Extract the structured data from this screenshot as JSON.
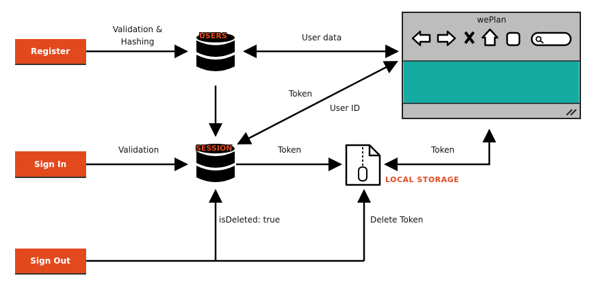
{
  "buttons": {
    "register": "Register",
    "sign_in": "Sign In",
    "sign_out": "Sign Out"
  },
  "stores": {
    "users": "USERS",
    "session": "SESSION",
    "local_storage": "LOCAL STORAGE"
  },
  "browser": {
    "title": "wePlan"
  },
  "edges": {
    "register_users_line1": "Validation &",
    "register_users_line2": "Hashing",
    "users_browser": "User data",
    "session_browser_token": "Token",
    "session_browser_userid": "User ID",
    "signin_session": "Validation",
    "session_local": "Token",
    "local_browser": "Token",
    "signout_session": "isDeleted: true",
    "signout_local": "Delete Token"
  },
  "colors": {
    "accent": "#e24a1e",
    "browser_band": "#16aba1",
    "browser_frame": "#bdbdbd"
  }
}
